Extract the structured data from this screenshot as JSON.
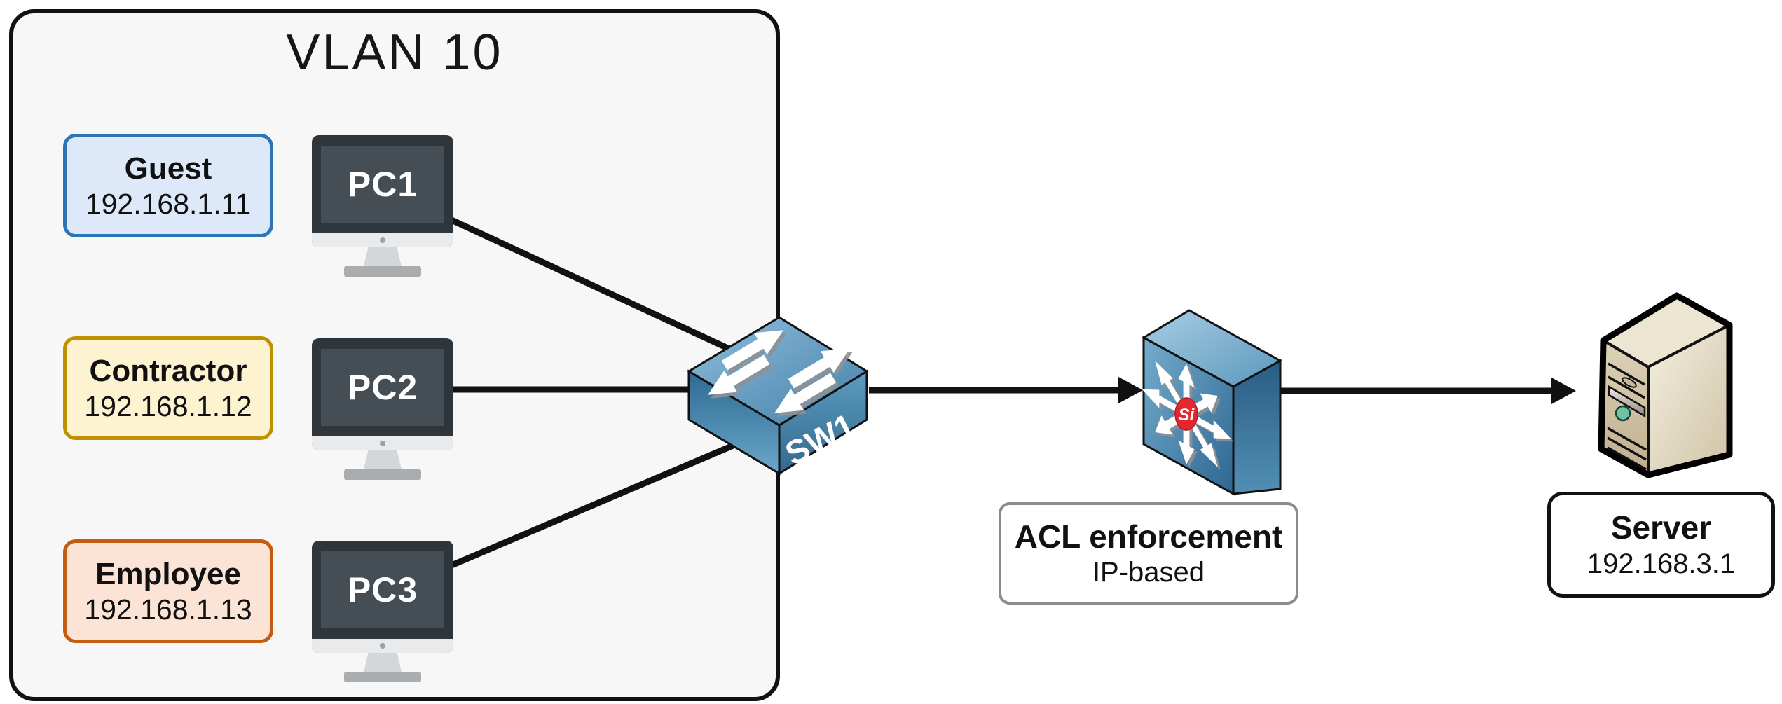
{
  "vlan": {
    "title": "VLAN 10"
  },
  "hosts": [
    {
      "role": "Guest",
      "ip": "192.168.1.11",
      "pc": "PC1",
      "accent": "#2e75b6",
      "fill": "#dde9f8"
    },
    {
      "role": "Contractor",
      "ip": "192.168.1.12",
      "pc": "PC2",
      "accent": "#bf9000",
      "fill": "#fdf3d0"
    },
    {
      "role": "Employee",
      "ip": "192.168.1.13",
      "pc": "PC3",
      "accent": "#c55a11",
      "fill": "#fbe4d5"
    }
  ],
  "switch": {
    "name": "SW1"
  },
  "router": {
    "si_badge": "Si",
    "caption": {
      "title": "ACL enforcement",
      "subtitle": "IP-based"
    }
  },
  "server_host": {
    "caption": {
      "name": "Server",
      "ip": "192.168.3.1"
    }
  },
  "colors": {
    "vlan_fill": "#f7f7f8",
    "outline": "#111111",
    "device_blue": "#4a87af",
    "server_beige": "#d7cbae",
    "si_red": "#e5262e",
    "cable": "#111111"
  }
}
